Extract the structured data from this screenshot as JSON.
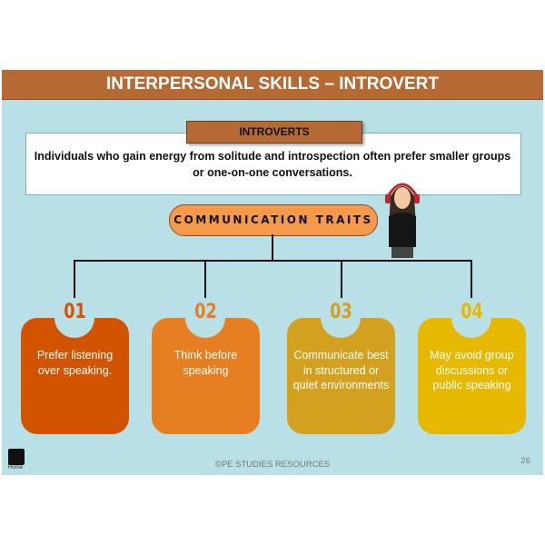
{
  "header": {
    "title": "INTERPERSONAL SKILLS – INTROVERT"
  },
  "intro": {
    "label": "INTROVERTS",
    "text": "Individuals who gain energy from solitude and introspection often prefer smaller groups or one-on-one conversations."
  },
  "traits_title": "COMMUNICATION TRAITS",
  "cards": [
    {
      "number": "01",
      "text": "Prefer listening over speaking.",
      "color": "#d35400",
      "num_color": "#d35400"
    },
    {
      "number": "02",
      "text": "Think before speaking",
      "color": "#e67e22",
      "num_color": "#e67e22"
    },
    {
      "number": "03",
      "text": "Communicate best in structured or quiet environments",
      "color": "#d4a020",
      "num_color": "#d4a020"
    },
    {
      "number": "04",
      "text": "May avoid group discussions or public speaking",
      "color": "#e6b800",
      "num_color": "#e6b800"
    }
  ],
  "footer": {
    "copyright": "©PE STUDIES RESOURCES",
    "page": "26",
    "home": "Home"
  }
}
